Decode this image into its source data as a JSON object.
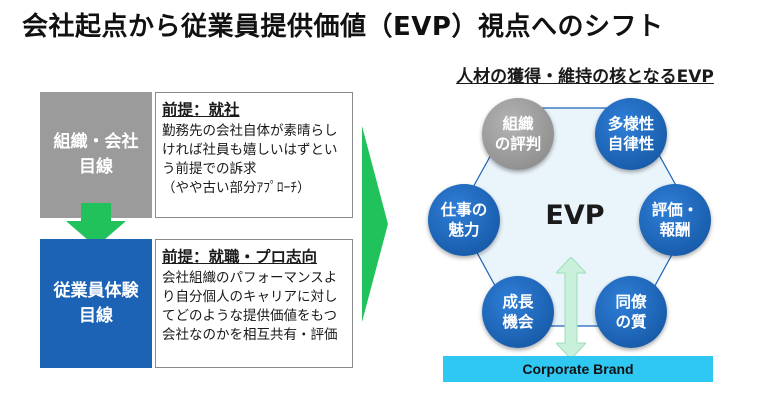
{
  "title": "会社起点から従業員提供価値（EVP）視点へのシフト",
  "left": {
    "company_goal": "組織・会社\n目線",
    "company_premise_head": "前提：就社",
    "company_premise_body": "勤務先の会社自体が素晴らしければ社員も嬉しいはずという前提での訴求\n（やや古い部分ｱﾌﾟﾛｰﾁ）",
    "employee_goal": "従業員体験\n目線",
    "employee_premise_head": "前提：就職・プロ志向",
    "employee_premise_body": "会社組織のパフォーマンスより自分個人のキャリアに対してどのような提供価値をもつ会社なのかを相互共有・評価"
  },
  "right": {
    "heading": "人材の獲得・維持の核となるEVP",
    "center": "EVP",
    "nodes": [
      {
        "label": "組織\nの評判",
        "color": "gray"
      },
      {
        "label": "多様性\n自律性",
        "color": "blue"
      },
      {
        "label": "評価・\n報酬",
        "color": "blue"
      },
      {
        "label": "同僚\nの質",
        "color": "blue"
      },
      {
        "label": "成長\n機会",
        "color": "blue"
      },
      {
        "label": "仕事の\n魅力",
        "color": "blue"
      }
    ],
    "brand": "Corporate Brand"
  },
  "colors": {
    "gray_box": "#9b9b9b",
    "blue_box": "#1c63b5",
    "arrow_green": "#21c25c",
    "hex_fill": "#eaf4fb",
    "brand_bar": "#2ec8f2"
  }
}
